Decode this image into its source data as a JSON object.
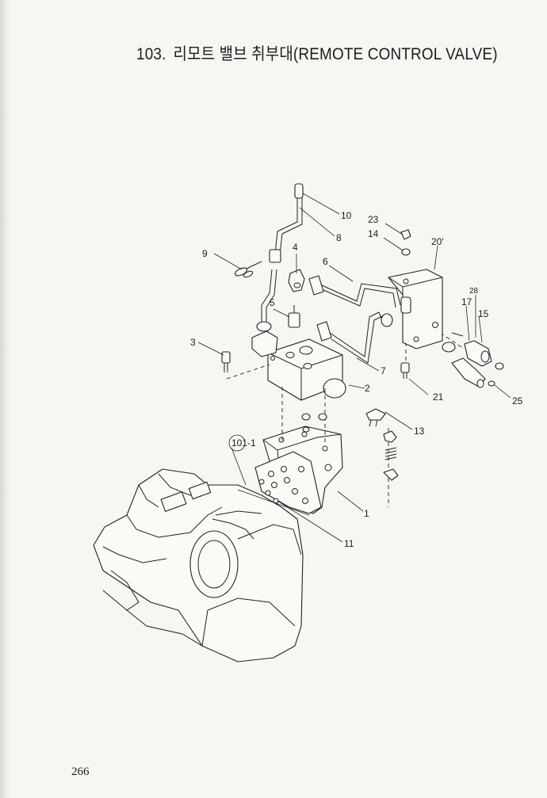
{
  "page": {
    "section_number": "103.",
    "title_korean": "리모트 밸브 취부대",
    "title_english": "(REMOTE CONTROL VALVE)",
    "page_number": "266"
  },
  "diagram": {
    "callouts": [
      "1",
      "2",
      "3",
      "4",
      "5",
      "6",
      "7",
      "8",
      "9",
      "10",
      "11",
      "13",
      "14",
      "15",
      "17",
      "20'",
      "21",
      "23",
      "25",
      "28",
      "101-1"
    ]
  }
}
